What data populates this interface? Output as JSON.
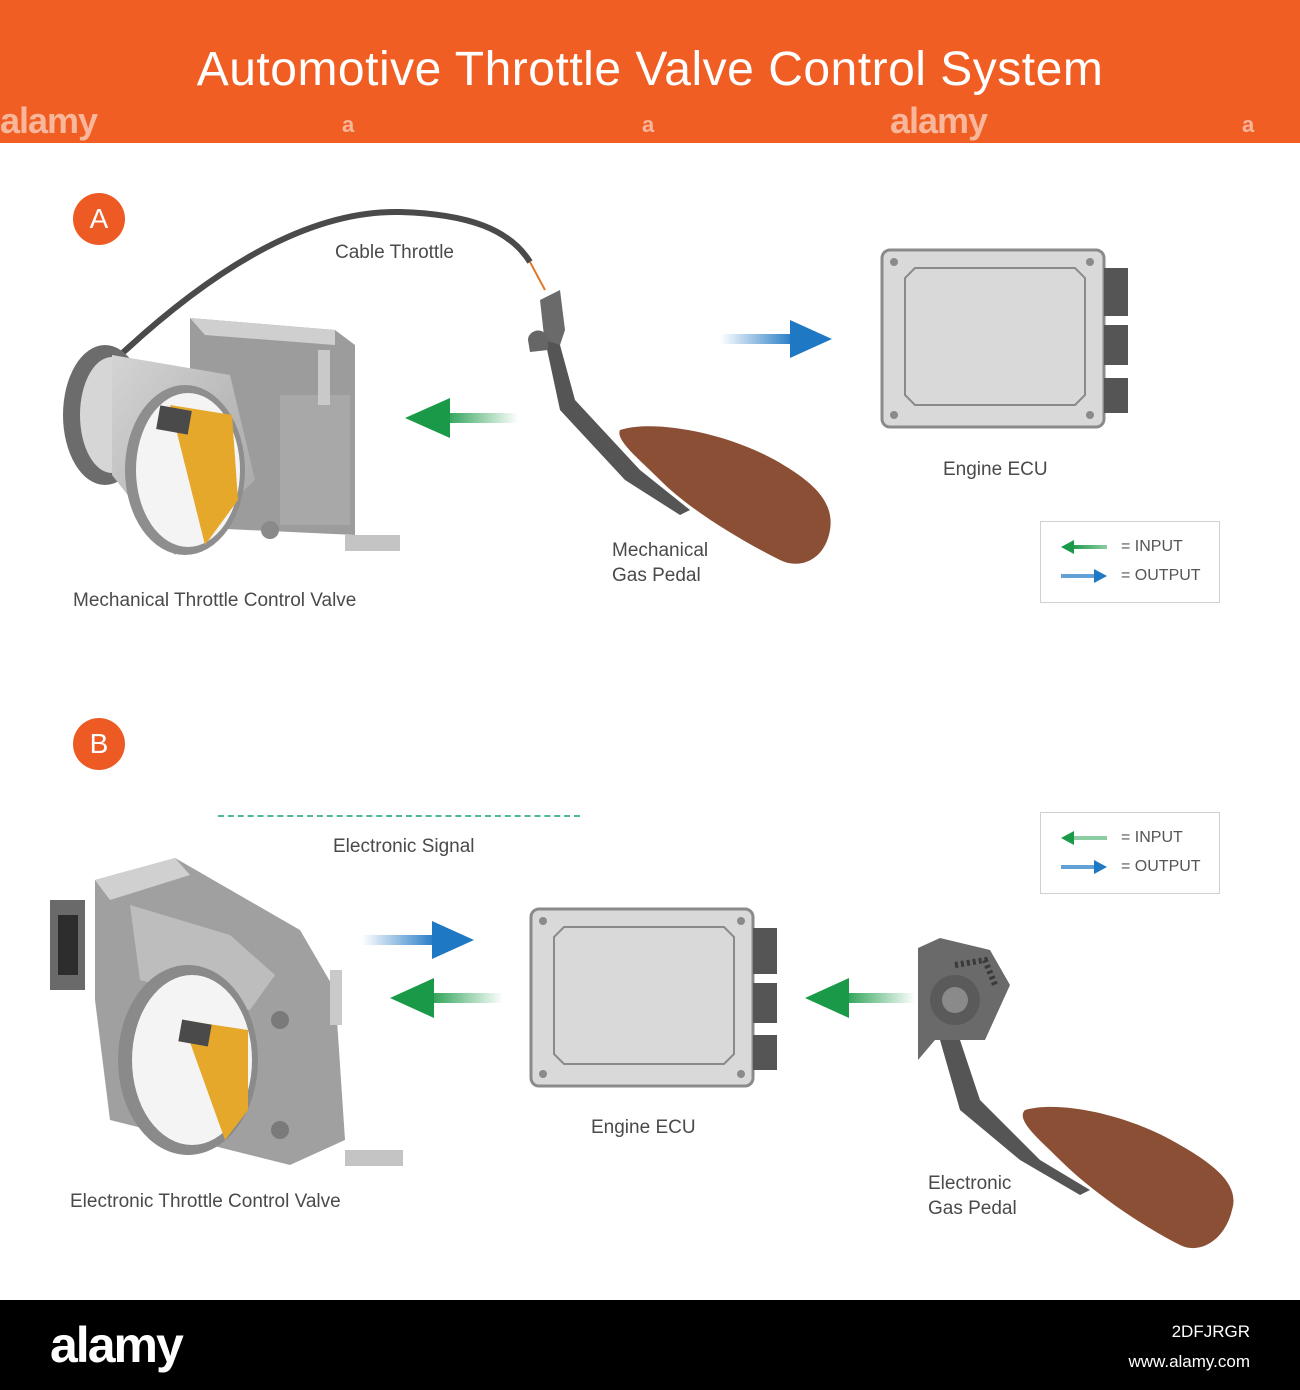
{
  "header": {
    "title": "Automotive Throttle Valve Control System",
    "watermark": "alamy",
    "watermark_small": "a"
  },
  "section_a": {
    "badge": "A",
    "cable_label": "Cable Throttle",
    "valve_label": "Mechanical Throttle Control Valve",
    "pedal_label": "Mechanical\nGas Pedal",
    "ecu_label": "Engine ECU",
    "legend": {
      "input": "=  INPUT",
      "output": "=  OUTPUT"
    }
  },
  "section_b": {
    "badge": "B",
    "signal_label": "Electronic Signal",
    "valve_label": "Electronic Throttle Control Valve",
    "ecu_label": "Engine ECU",
    "pedal_label": "Electronic\nGas Pedal",
    "legend": {
      "input": "=  INPUT",
      "output": "=  OUTPUT"
    }
  },
  "colors": {
    "header": "#f05e23",
    "input_arrow": "#1a9a48",
    "output_arrow": "#1f78c4",
    "metal": "#b9b9b9",
    "shoe": "#8b4f36",
    "butterfly": "#e6a82a"
  },
  "footer": {
    "logo": "alamy",
    "image_id": "2DFJRGR",
    "url": "www.alamy.com"
  }
}
